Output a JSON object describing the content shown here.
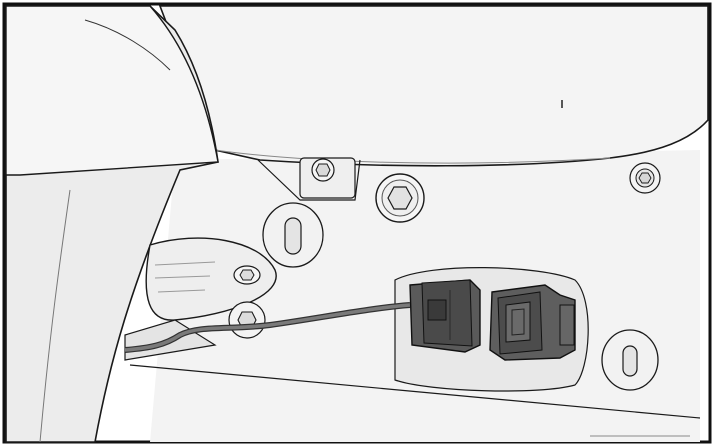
{
  "figure": {
    "kind": "technical-illustration",
    "style": "grayscale line art",
    "colors": {
      "background": "#ffffff",
      "line": "#1a1a1a",
      "shade_light": "#ececec",
      "shade_mid": "#d2d2d2",
      "connector_dark": "#5a5a5a",
      "connector_darker": "#3c3c3c",
      "cable": "#6a6a6a"
    },
    "components": [
      "body-panel-top",
      "left-fender-panel",
      "mount-bracket",
      "hex-bolt",
      "slotted-boss",
      "wire-harness",
      "electrical-connector-plug",
      "electrical-connector-receptacle"
    ]
  }
}
